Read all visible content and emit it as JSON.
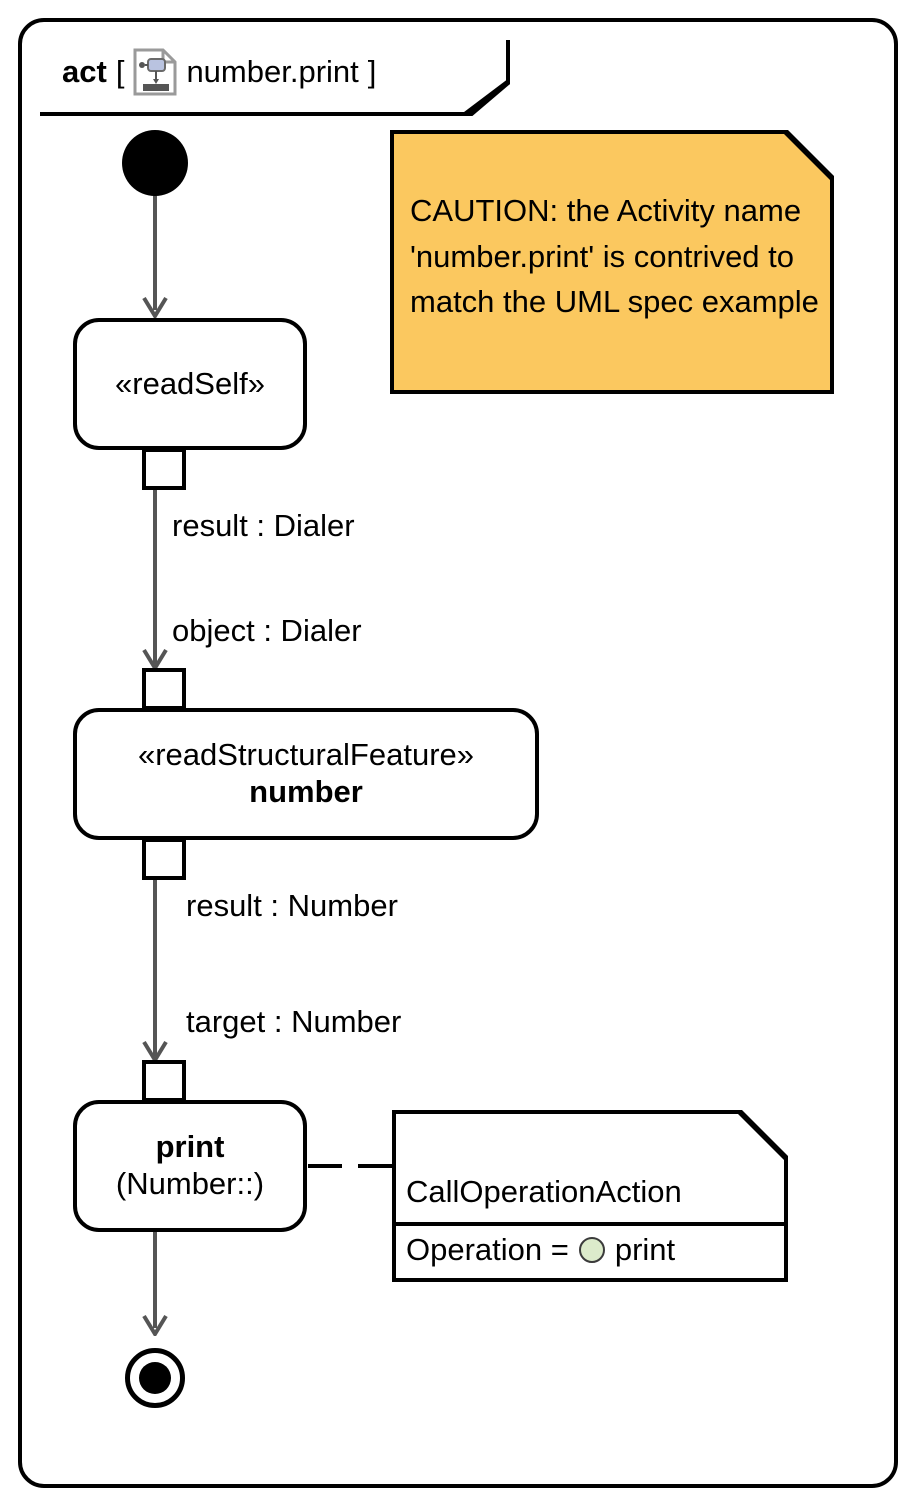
{
  "frame": {
    "keyword": "act",
    "bracket_open": "[",
    "bracket_close": "]",
    "name": "number.print",
    "icon": "activity-document-icon"
  },
  "nodes": {
    "initial": {
      "name": "initial-node",
      "label": ""
    },
    "read_self": {
      "stereotype": "«readSelf»"
    },
    "read_structural_feature": {
      "stereotype": "«readStructuralFeature»",
      "name": "number"
    },
    "print": {
      "name": "print",
      "signature": "(Number::)"
    },
    "final": {
      "name": "activity-final-node",
      "label": ""
    }
  },
  "pins": {
    "read_self_out": "output-pin",
    "rsf_in": "input-pin",
    "rsf_out": "output-pin",
    "print_in": "input-pin"
  },
  "edges": [
    {
      "label": "result : Dialer"
    },
    {
      "label": "object : Dialer"
    },
    {
      "label": "result : Number"
    },
    {
      "label": "target : Number"
    }
  ],
  "notes": {
    "caution": {
      "text": "CAUTION: the Activity name 'number.print' is contrived to match the UML spec example",
      "fill": "#fbc85f"
    },
    "call_operation": {
      "title": "CallOperationAction",
      "property_label": "Operation =",
      "property_value": "print",
      "value_icon": "operation-dot-icon",
      "icon_color": "#dcebcb"
    }
  },
  "colors": {
    "stroke": "#000000",
    "edge": "#555555",
    "note_orange": "#fbc85f",
    "operation_green": "#dcebcb",
    "background": "#ffffff"
  }
}
